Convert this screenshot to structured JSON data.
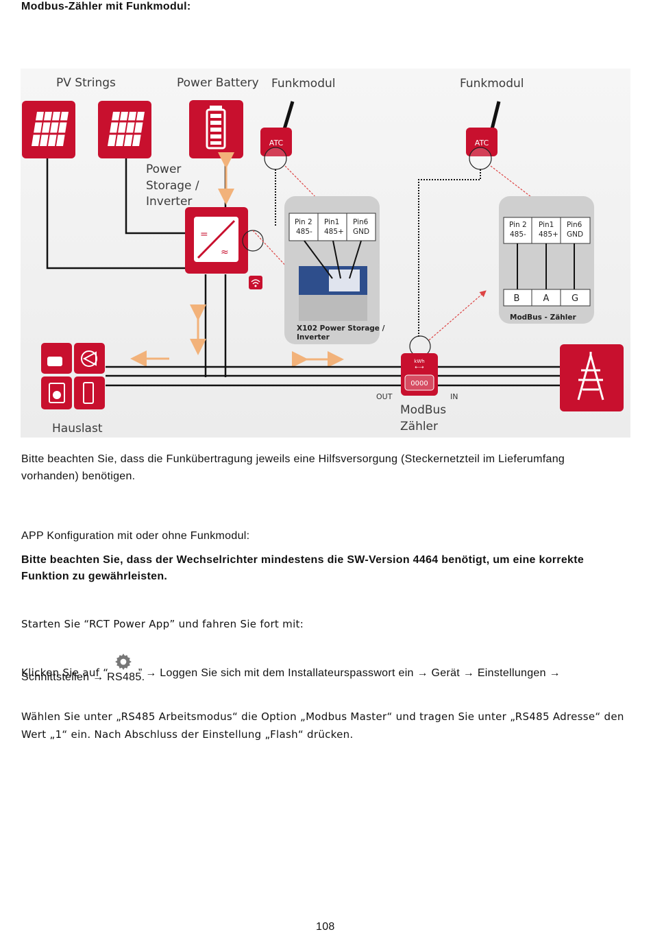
{
  "heading": "Modbus-Zähler mit Funkmodul:",
  "diagram": {
    "pv_strings": "PV Strings",
    "power_battery": "Power Battery",
    "funkmodul_left": "Funkmodul",
    "funkmodul_right": "Funkmodul",
    "atc_left": "ATC",
    "atc_right": "ATC",
    "inverter_line1": "Power",
    "inverter_line2": "Storage /",
    "inverter_line3": "Inverter",
    "x102_pin2": [
      "Pin 2",
      "485-"
    ],
    "x102_pin1": [
      "Pin1",
      "485+"
    ],
    "x102_pin6": [
      "Pin6",
      "GND"
    ],
    "x102_caption_1": "X102 Power Storage /",
    "x102_caption_2": "Inverter",
    "meter_pin2": [
      "Pin 2",
      "485-"
    ],
    "meter_pin1": [
      "Pin1",
      "485+"
    ],
    "meter_pin6": [
      "Pin6",
      "GND"
    ],
    "terminal_b": "B",
    "terminal_a": "A",
    "terminal_g": "G",
    "modbus_zaehler_box": "ModBus - Zähler",
    "meter_kwh": "kWh",
    "meter_display": "0000",
    "out": "OUT",
    "in": "IN",
    "modbus_line1": "ModBus",
    "modbus_line2": "Zähler",
    "hauslast": "Hauslast"
  },
  "para1": "Bitte beachten Sie, dass die Funkübertragung jeweils eine Hilfsversorgung (Steckernetzteil im Lieferumfang",
  "para1b": "vorhanden) benötigen.",
  "heading2": "APP Konfiguration mit oder ohne Funkmodul:",
  "bold1": "Bitte beachten Sie, dass der Wechselrichter mindestens die SW-Version 4464 benötigt, um eine korrekte",
  "bold1b": "Funktion zu gewährleisten.",
  "start": "Starten Sie “RCT Power App” und fahren Sie fort mit:",
  "click_pre": "Klicken Sie auf “",
  "click_post": "” → Loggen Sie sich mit dem Installateurspasswort ein → Gerät → Einstellungen →",
  "click_line2": "Schnittstellen → RS485.",
  "para3": "Wählen Sie unter „RS485 Arbeitsmodus“ die Option „Modbus Master“ und tragen Sie unter „RS485 Adresse“ den",
  "para3b": "Wert „1“ ein.  Nach Abschluss der Einstellung „Flash“ drücken.",
  "page_number": "108",
  "icons": {
    "gear": "gear-icon"
  },
  "colors": {
    "brand_red": "#c8102e",
    "line": "#111111",
    "arrow_orange": "#f2b27a"
  }
}
